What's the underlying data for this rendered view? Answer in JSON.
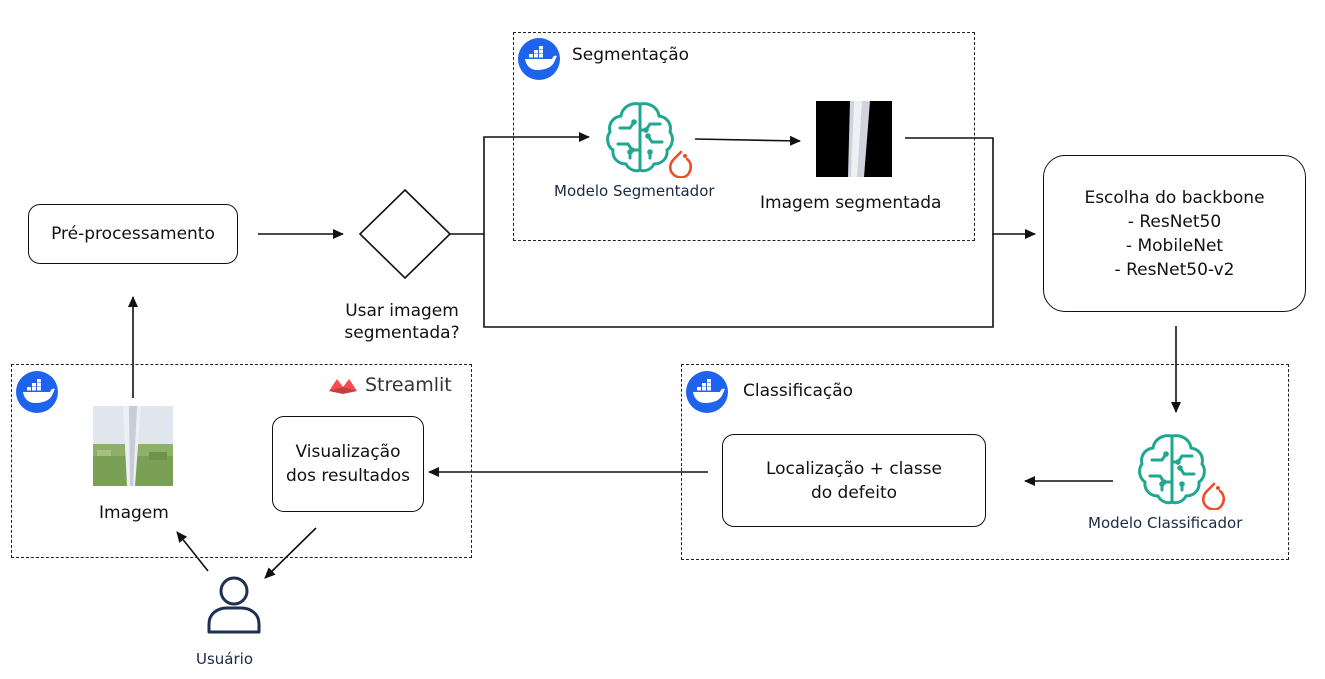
{
  "segmentation": {
    "title": "Segmentação",
    "model_label": "Modelo Segmentador",
    "image_label": "Imagem segmentada"
  },
  "preprocessing": {
    "label": "Pré-processamento"
  },
  "decision": {
    "question_line1": "Usar imagem",
    "question_line2": "segmentada?"
  },
  "backbone": {
    "title": "Escolha do backbone",
    "options": [
      "- ResNet50",
      "- MobileNet",
      "- ResNet50-v2"
    ]
  },
  "classification": {
    "title": "Classificação",
    "result_line1": "Localização + classe",
    "result_line2": "do defeito",
    "model_label": "Modelo Classificador"
  },
  "streamlit": {
    "brand": "Streamlit",
    "results_line1": "Visualização",
    "results_line2": "dos resultados",
    "image_label": "Imagem"
  },
  "user": {
    "label": "Usuário"
  },
  "colors": {
    "docker_blue": "#1d63ed",
    "ai_teal": "#1fa78f",
    "pytorch_orange": "#ee4c2c",
    "streamlit_red": "#ff4b4b",
    "user_navy": "#1f2f4f"
  }
}
